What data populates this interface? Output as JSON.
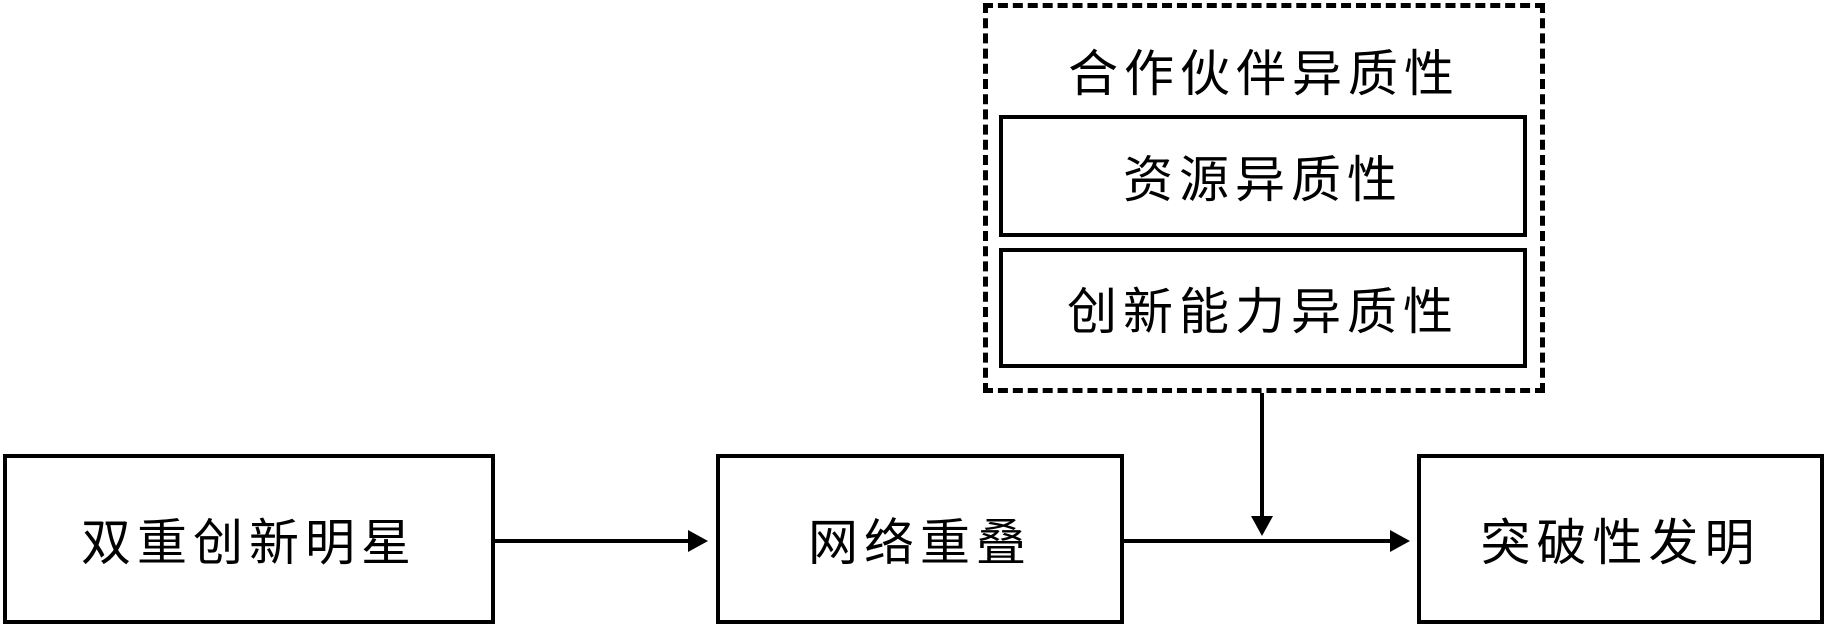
{
  "nodes": {
    "dual_innovation_star": "双重创新明星",
    "network_overlap": "网络重叠",
    "breakthrough_invention": "突破性发明"
  },
  "moderator_group": {
    "title": "合作伙伴异质性",
    "items": [
      "资源异质性",
      "创新能力异质性"
    ]
  }
}
